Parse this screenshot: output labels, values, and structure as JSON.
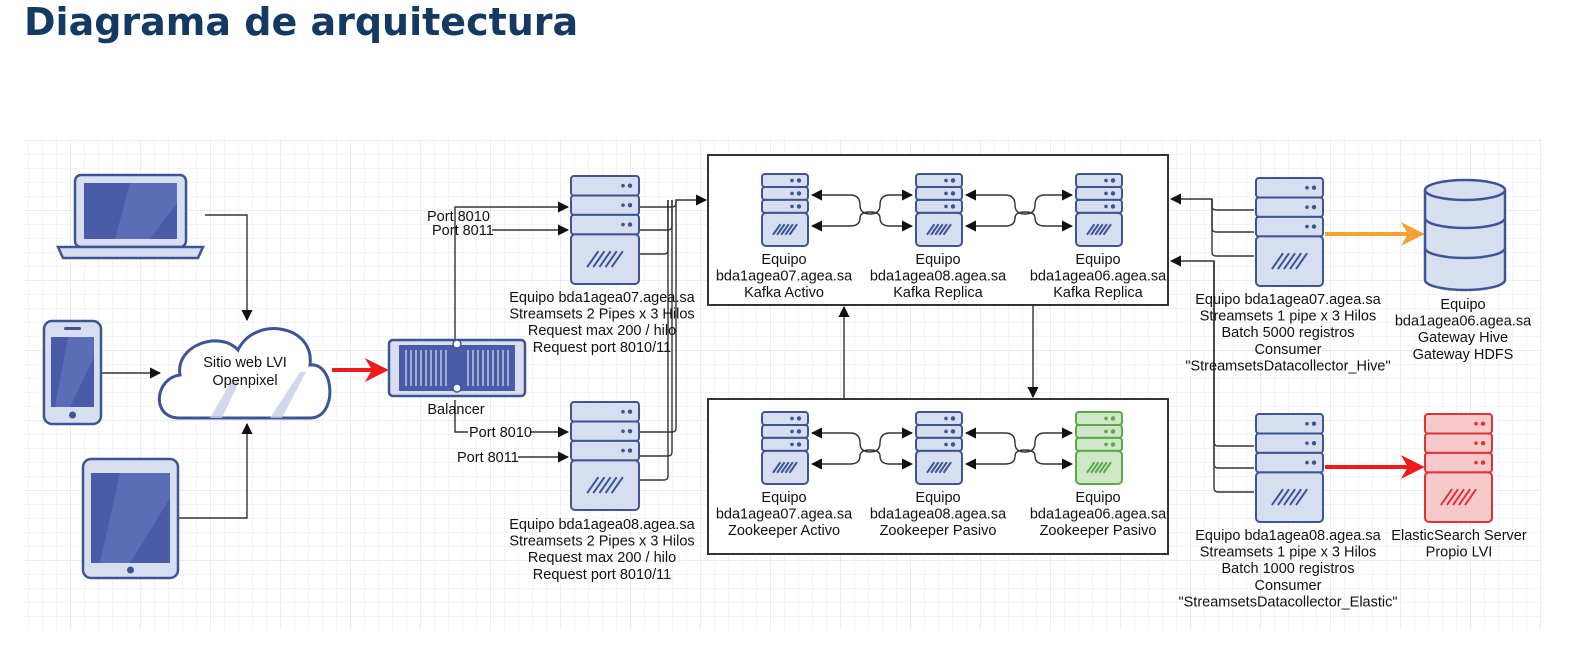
{
  "title": "Diagrama de arquitectura",
  "nodes": {
    "website": [
      "Sitio web LVI",
      "Openpixel"
    ],
    "balancer": [
      "Balancer"
    ],
    "ports_top": [
      "Port 8010",
      "Port 8011"
    ],
    "ports_bottom": [
      "Port 8010",
      "Port 8011"
    ],
    "ss_top": [
      "Equipo bda1agea07.agea.sa",
      "Streamsets 2 Pipes x 3 Hilos",
      "Request max 200 / hilo",
      "Request port 8010/11"
    ],
    "ss_bottom": [
      "Equipo bda1agea08.agea.sa",
      "Streamsets 2 Pipes x 3 Hilos",
      "Request max 200 / hilo",
      "Request port 8010/11"
    ],
    "kafka1": [
      "Equipo",
      "bda1agea07.agea.sa",
      "Kafka Activo"
    ],
    "kafka2": [
      "Equipo",
      "bda1agea08.agea.sa",
      "Kafka Replica"
    ],
    "kafka3": [
      "Equipo",
      "bda1agea06.agea.sa",
      "Kafka Replica"
    ],
    "zk1": [
      "Equipo",
      "bda1agea07.agea.sa",
      "Zookeeper Activo"
    ],
    "zk2": [
      "Equipo",
      "bda1agea08.agea.sa",
      "Zookeeper Pasivo"
    ],
    "zk3": [
      "Equipo",
      "bda1agea06.agea.sa",
      "Zookeeper Pasivo"
    ],
    "cons_hive": [
      "Equipo bda1agea07.agea.sa",
      "Streamsets 1 pipe x 3 Hilos",
      "Batch 5000 registros",
      "Consumer",
      "\"StreamsetsDatacollector_Hive\""
    ],
    "cons_elastic": [
      "Equipo bda1agea08.agea.sa",
      "Streamsets 1 pipe x 3 Hilos",
      "Batch 1000 registros",
      "Consumer",
      "\"StreamsetsDatacollector_Elastic\""
    ],
    "hive": [
      "Equipo",
      "bda1agea06.agea.sa",
      "Gateway Hive",
      "Gateway HDFS"
    ],
    "elastic": [
      "ElasticSearch Server",
      "Propio LVI"
    ]
  },
  "colors": {
    "title": "#143a63",
    "device_stroke": "#3d5496",
    "device_fill": "#d6deef",
    "screen_fill": "#4a5ba8",
    "red_arrow": "#f01a1a",
    "orange_arrow": "#f5a033",
    "green_server": "#5aa84a",
    "red_server": "#e0323a",
    "grid": "#dde2f4"
  },
  "icons": [
    "laptop-icon",
    "phone-icon",
    "tablet-icon",
    "cloud-icon",
    "balancer-icon",
    "server-icon",
    "database-icon"
  ]
}
